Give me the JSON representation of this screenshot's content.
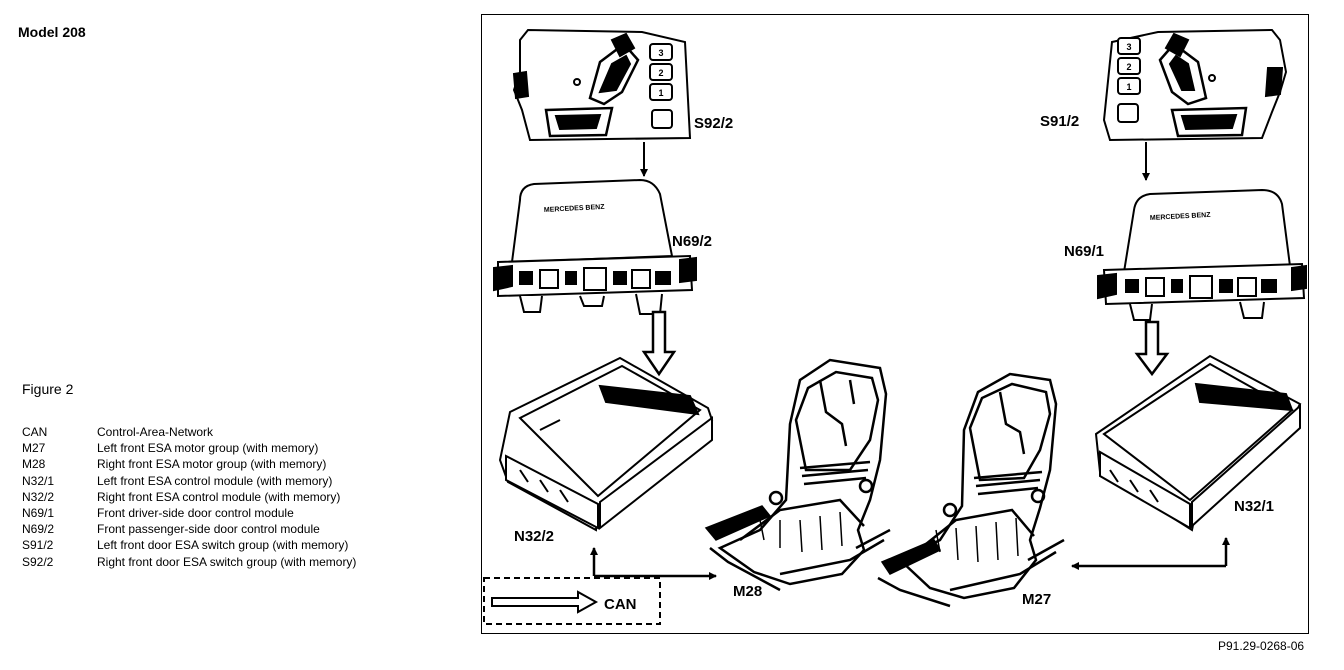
{
  "model_title": "Model 208",
  "figure_title": "Figure 2",
  "legend": [
    {
      "code": "CAN",
      "desc": "Control-Area-Network"
    },
    {
      "code": "M27",
      "desc": "Left front ESA motor group (with memory)"
    },
    {
      "code": "M28",
      "desc": "Right front ESA motor group (with memory)"
    },
    {
      "code": "N32/1",
      "desc": "Left front ESA control module (with memory)"
    },
    {
      "code": "N32/2",
      "desc": "Right front ESA control module (with memory)"
    },
    {
      "code": "N69/1",
      "desc": "Front driver-side door control module"
    },
    {
      "code": "N69/2",
      "desc": "Front passenger-side door control module"
    },
    {
      "code": "S91/2",
      "desc": "Left front door ESA switch group (with memory)"
    },
    {
      "code": "S92/2",
      "desc": "Right front door ESA switch group (with memory)"
    }
  ],
  "labels": {
    "s92_2": "S92/2",
    "s91_2": "S91/2",
    "n69_2": "N69/2",
    "n69_1": "N69/1",
    "n32_2": "N32/2",
    "n32_1": "N32/1",
    "m28": "M28",
    "m27": "M27",
    "can": "CAN",
    "brand": "MERCEDES BENZ",
    "switch_buttons": [
      "3",
      "2",
      "1"
    ]
  },
  "ref_code": "P91.29-0268-06"
}
